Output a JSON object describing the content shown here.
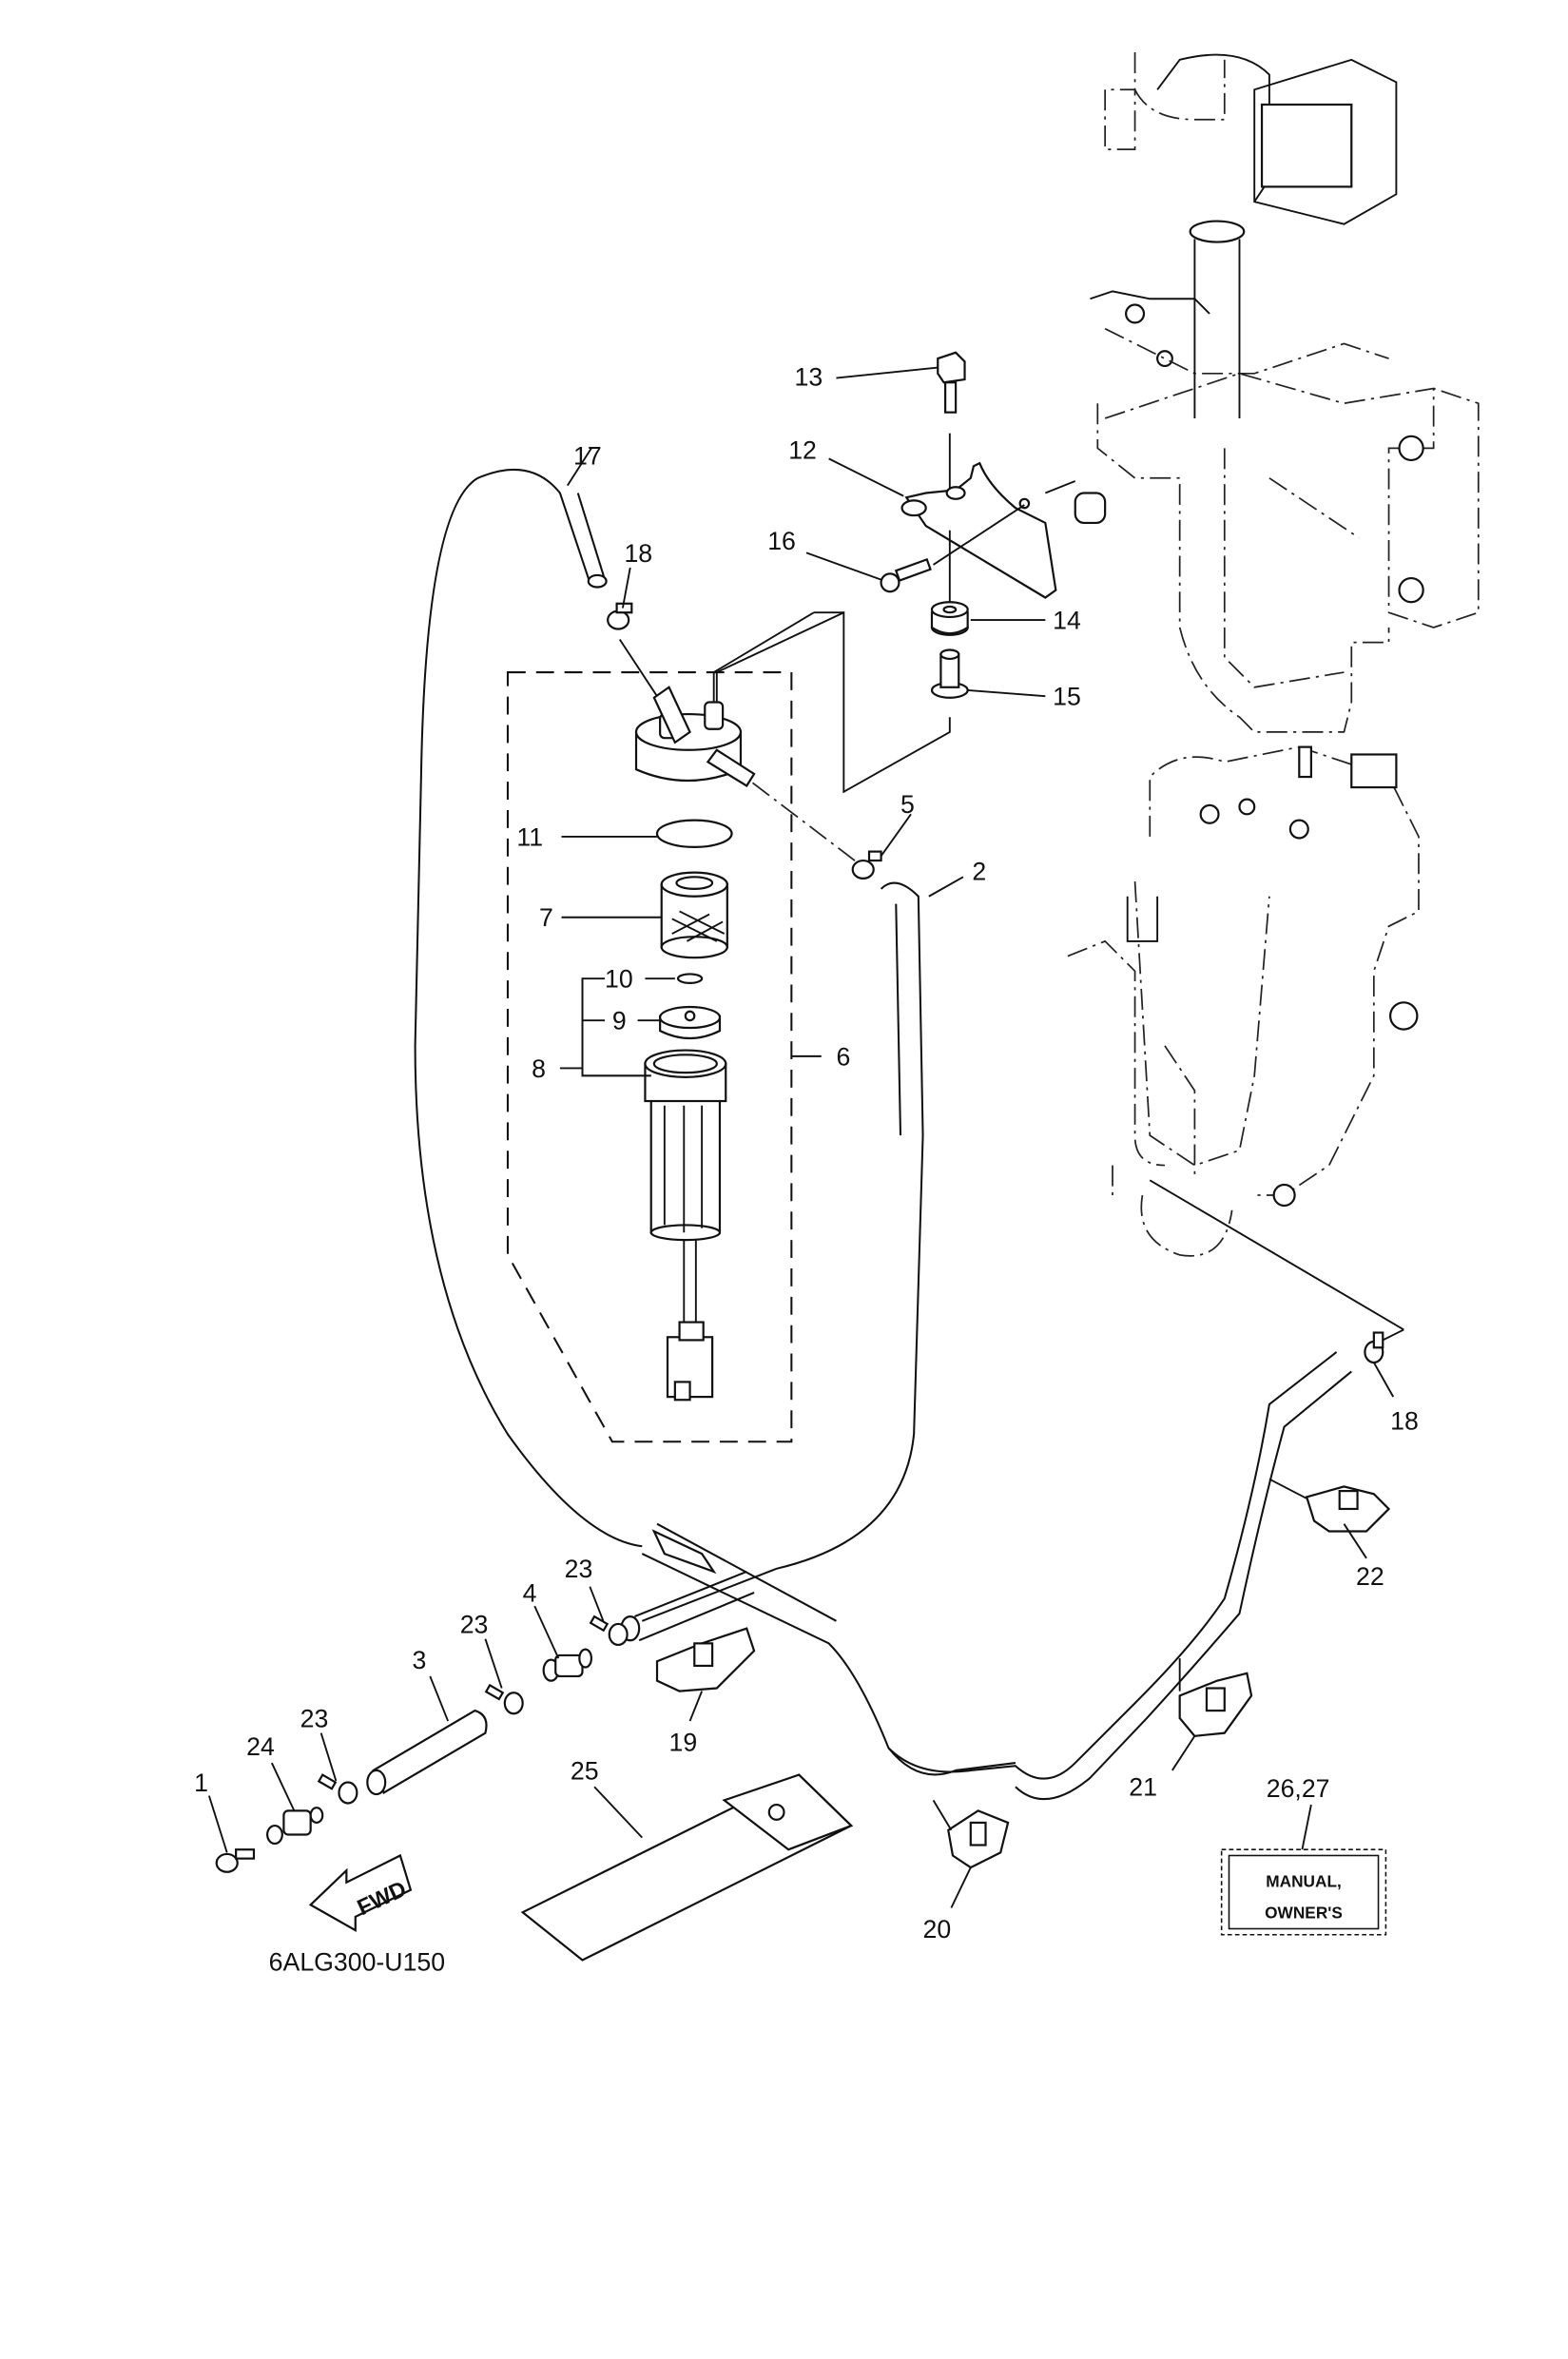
{
  "diagram": {
    "title": "Fuel system parts diagram",
    "drawing_code": "6ALG300-U150",
    "fwd_label": "FWD",
    "manual_box": {
      "line1": "MANUAL,",
      "line2": "OWNER'S",
      "callout": "26,27"
    },
    "callouts": {
      "p1": "1",
      "p2": "2",
      "p3": "3",
      "p4": "4",
      "p5": "5",
      "p6": "6",
      "p7": "7",
      "p8": "8",
      "p9": "9",
      "p10": "10",
      "p11": "11",
      "p12": "12",
      "p13": "13",
      "p14": "14",
      "p15": "15",
      "p16": "16",
      "p17": "17",
      "p18a": "18",
      "p18b": "18",
      "p19": "19",
      "p20": "20",
      "p21": "21",
      "p22": "22",
      "p23a": "23",
      "p23b": "23",
      "p23c": "23",
      "p24": "24",
      "p25": "25"
    }
  }
}
